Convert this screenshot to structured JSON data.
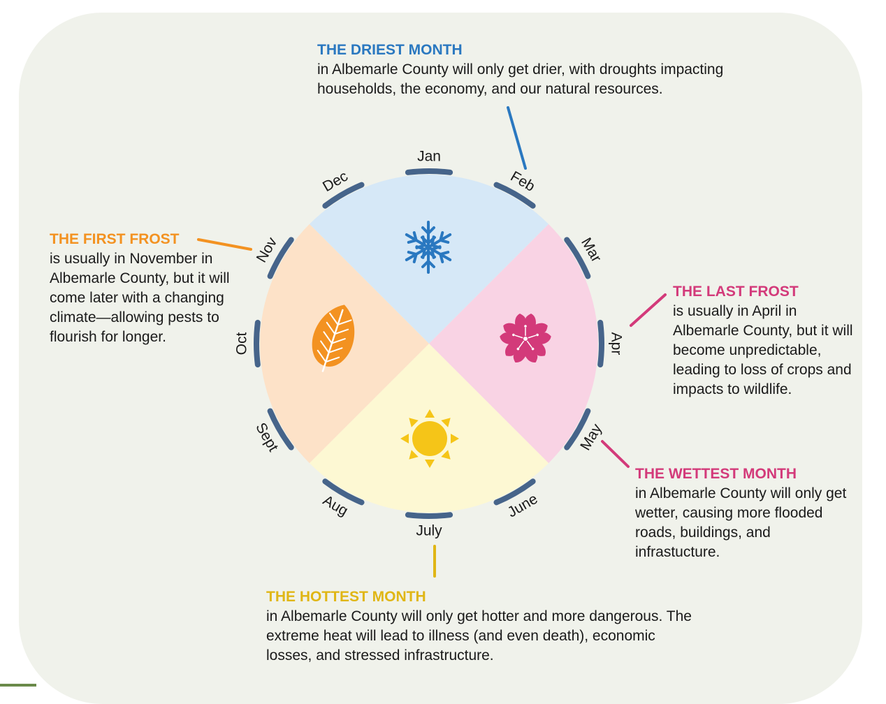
{
  "months": [
    "Jan",
    "Feb",
    "Mar",
    "Apr",
    "May",
    "June",
    "July",
    "Aug",
    "Sept",
    "Oct",
    "Nov",
    "Dec"
  ],
  "seasons": [
    {
      "id": "winter",
      "color": "#d6e8f7",
      "icon": "snowflake-icon",
      "icon_color": "#2a78c0"
    },
    {
      "id": "spring",
      "color": "#f9d3e4",
      "icon": "flower-icon",
      "icon_color": "#d33a7a"
    },
    {
      "id": "summer",
      "color": "#fdf8d3",
      "icon": "sun-icon",
      "icon_color": "#f5c518"
    },
    {
      "id": "fall",
      "color": "#fde2c8",
      "icon": "leaf-icon",
      "icon_color": "#f39221"
    }
  ],
  "tick_color": "#46648a",
  "callouts": {
    "driest": {
      "title": "THE DRIEST MONTH",
      "color": "#2a78c0",
      "body": "in Albemarle County will only get drier, with droughts impacting households, the economy, and our natural resources."
    },
    "first_frost": {
      "title": "THE FIRST FROST",
      "color": "#f39221",
      "body": "is usually in November in Albemarle County, but it will come later with a changing climate—allowing pests to flourish for longer."
    },
    "last_frost": {
      "title": "THE LAST FROST",
      "color": "#d33a7a",
      "body": "is usually in April in Albemarle County, but it will become unpredictable, leading to loss of crops and impacts to wildlife."
    },
    "wettest": {
      "title": "THE WETTEST MONTH",
      "color": "#d33a7a",
      "body": "in Albemarle County will only get wetter, causing more flooded roads, buildings, and infrastucture."
    },
    "hottest": {
      "title": "THE HOTTEST MONTH",
      "color": "#e0b615",
      "body": "in Albemarle County will only get hotter and more dangerous. The extreme heat will lead to illness (and even death), economic losses, and stressed infrastructure."
    }
  }
}
